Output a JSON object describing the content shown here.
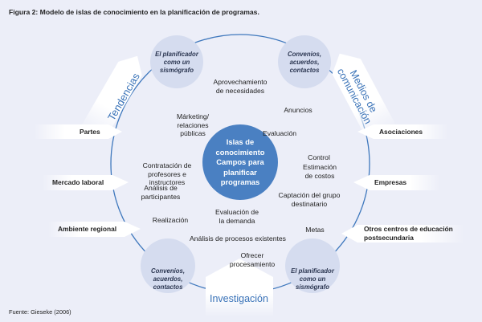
{
  "title": "Figura 2: Modelo de islas de conocimiento en la planificación de programas.",
  "source": "Fuente: Gieseke (2006)",
  "center": [
    "Islas de",
    "conocimiento",
    "Campos para",
    "planificar",
    "programas"
  ],
  "islands": {
    "top_left": [
      "El planificador",
      "como un",
      "sismógrafo"
    ],
    "top_right": [
      "Convenios,",
      "acuerdos,",
      "contactos"
    ],
    "bottom_left": [
      "Convenios,",
      "acuerdos,",
      "contactos"
    ],
    "bottom_right": [
      "El planificador",
      "como un",
      "sismógrafo"
    ]
  },
  "fields": {
    "aprovechamiento": [
      "Aprovechamiento",
      "de necesidades"
    ],
    "anuncios": [
      "Anuncios"
    ],
    "marketing": [
      "Márketing/",
      "relaciones",
      "públicas"
    ],
    "evaluacion": [
      "Evaluación"
    ],
    "control": [
      "Control"
    ],
    "contratacion": [
      "Contratación de",
      "profesores e",
      "instructores"
    ],
    "estimacion": [
      "Estimación",
      "de costos"
    ],
    "analisis_participantes": [
      "Análisis de",
      "participantes"
    ],
    "captacion": [
      "Captación del grupo",
      "destinatario"
    ],
    "realizacion": [
      "Realización"
    ],
    "evaluacion_demanda": [
      "Evaluación de",
      "la demanda"
    ],
    "metas": [
      "Metas"
    ],
    "analisis_procesos": [
      "Análisis de procesos existentes"
    ],
    "ofrecer": [
      "Ofrecer",
      "procesamiento"
    ]
  },
  "influences": {
    "tendencias": "Tendencias",
    "medios": [
      "Medios de",
      "comunicación"
    ],
    "investigacion": "Investigación",
    "partes": "Partes",
    "mercado": "Mercado laboral",
    "ambiente": "Ambiente regional",
    "asociaciones": "Asociaciones",
    "empresas": "Empresas",
    "otros": [
      "Otros centros de educación",
      "postsecundaria"
    ]
  },
  "colors": {
    "background": "#eceef8",
    "ring": "#3f78bd",
    "center": "#4a80c2",
    "island": "#d5dcef",
    "accent": "#3a73b8"
  }
}
